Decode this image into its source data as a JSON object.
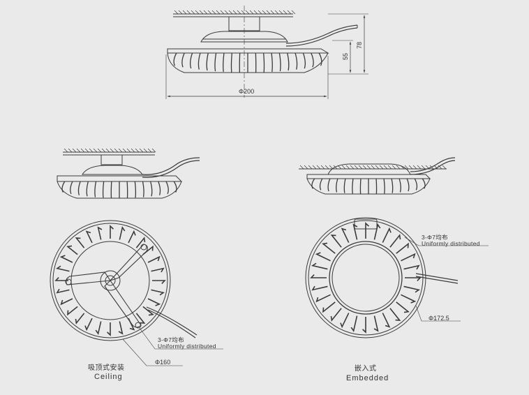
{
  "dimensions": {
    "diameter_overall": "Φ200",
    "height_total": "78",
    "height_body": "55",
    "diameter_ceiling": "Φ160",
    "diameter_embedded": "Φ172.5"
  },
  "notes": {
    "holes_cn": "3-Φ7均布",
    "holes_en": "Uniformly distributed"
  },
  "captions": {
    "ceiling_cn": "吸顶式安装",
    "ceiling_en": "Ceiling",
    "embedded_cn": "嵌入式",
    "embedded_en": "Embedded"
  },
  "colors": {
    "line": "#3a3a3a",
    "background": "#eaeaea"
  }
}
